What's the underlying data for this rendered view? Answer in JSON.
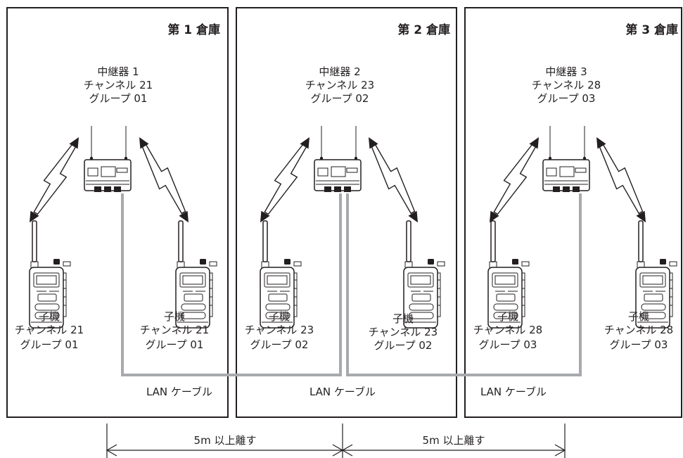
{
  "warehouses": [
    {
      "title": "第 1 倉庫",
      "repeater": [
        "中継器 1",
        "チャンネル 21",
        "グループ 01"
      ],
      "handsets": [
        [
          "子機",
          "チャンネル 21",
          "グループ 01"
        ],
        [
          "子機",
          "チャンネル 21",
          "グループ 01"
        ]
      ],
      "lan_label": "LAN ケーブル"
    },
    {
      "title": "第 2 倉庫",
      "repeater": [
        "中継器 2",
        "チャンネル 23",
        "グループ 02"
      ],
      "handsets": [
        [
          "子機",
          "チャンネル 23",
          "グループ 02"
        ],
        [
          "子機",
          "チャンネル 23",
          "グループ 02"
        ]
      ],
      "lan_label": "LAN ケーブル"
    },
    {
      "title": "第 3 倉庫",
      "repeater": [
        "中継器 3",
        "チャンネル 28",
        "グループ 03"
      ],
      "handsets": [
        [
          "子機",
          "チャンネル 28",
          "グループ 03"
        ],
        [
          "子機",
          "チャンネル 28",
          "グループ 03"
        ]
      ],
      "lan_label": "LAN ケーブル"
    }
  ],
  "distances": [
    {
      "label": "5m 以上離す"
    },
    {
      "label": "5m 以上離す"
    }
  ],
  "colors": {
    "line": "#231f20",
    "lan_cable": "#a7a9ac",
    "background": "#ffffff"
  }
}
